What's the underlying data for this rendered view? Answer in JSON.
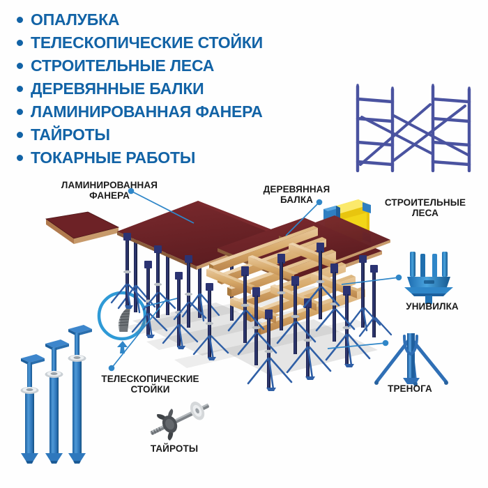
{
  "page": {
    "background": "#ffffff",
    "accent_blue": "#1263a6",
    "line_blue": "#2f86c8",
    "caption_color": "#1a1a1a",
    "plywood_color": "#6d2226",
    "plywood_edge": "#c79a6b",
    "beam_wood": "#d9a96a",
    "beam_yellow": "#f2d618",
    "beam_cap_blue": "#2f7fc1",
    "prop_blue": "#2f76bd",
    "prop_dark": "#232a5c",
    "tripod_blue": "#2f6fb5",
    "tierod_grey": "#8d8d8d"
  },
  "bullets": {
    "items": [
      {
        "label": "ОПАЛУБКА"
      },
      {
        "label": "ТЕЛЕСКОПИЧЕСКИЕ СТОЙКИ"
      },
      {
        "label": "СТРОИТЕЛЬНЫЕ ЛЕСА"
      },
      {
        "label": "ДЕРЕВЯННЫЕ БАЛКИ"
      },
      {
        "label": "ЛАМИНИРОВАННАЯ ФАНЕРА"
      },
      {
        "label": "ТАЙРОТЫ"
      },
      {
        "label": "ТОКАРНЫЕ РАБОТЫ"
      }
    ]
  },
  "captions": {
    "plywood": "ЛАМИНИРОВАННАЯ\nФАНЕРА",
    "beam": "ДЕРЕВЯННАЯ\nБАЛКА",
    "scaffold": "СТРОИТЕЛЬНЫЕ\nЛЕСА",
    "forkhead": "УНИВИЛКА",
    "tripod": "ТРЕНОГА",
    "props": "ТЕЛЕСКОПИЧЕСКИЕ\nСТОЙКИ",
    "tierod": "ТАЙРОТЫ"
  },
  "icons": {
    "bullet": "bullet-dot-icon",
    "leader_dot": "leader-endpoint-dot-icon",
    "magnifier": "magnifier-circle-icon",
    "arrow": "callout-arrow-icon"
  },
  "illustrations": {
    "scaffold_frame": {
      "name": "scaffolding-frames",
      "frames": 2,
      "rungs": 4,
      "braces": 2
    },
    "plywood_sheet": {
      "name": "laminated-plywood-sheet",
      "count": 1
    },
    "wooden_beam": {
      "name": "h20-wooden-beam",
      "cap_count": 2
    },
    "fork_head": {
      "name": "fork-head-univilka",
      "prongs": 4
    },
    "tripod": {
      "name": "tripod-stand-trenoga",
      "legs": 3
    },
    "telescopic_props": {
      "name": "telescopic-props-group",
      "count": 3
    },
    "tie_rod": {
      "name": "tie-rod-tayrot",
      "parts": 3
    },
    "slab_deck": {
      "name": "slab-formwork-deck-assembly",
      "plywood_panels": 3,
      "primary_beams": 6,
      "secondary_beams": 12,
      "props": 18
    }
  }
}
